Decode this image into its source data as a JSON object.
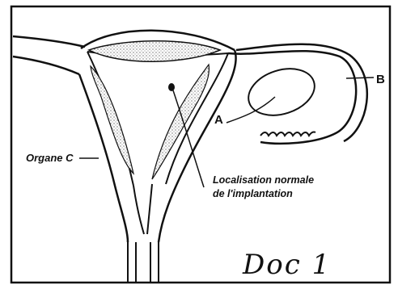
{
  "labels": {
    "a": "A",
    "b": "B",
    "organ_c": "Organe C",
    "implantation_line1": "Localisation normale",
    "implantation_line2": "de l'implantation",
    "doc": "Doc 1"
  },
  "colors": {
    "stroke": "#111111",
    "paper": "#ffffff"
  }
}
